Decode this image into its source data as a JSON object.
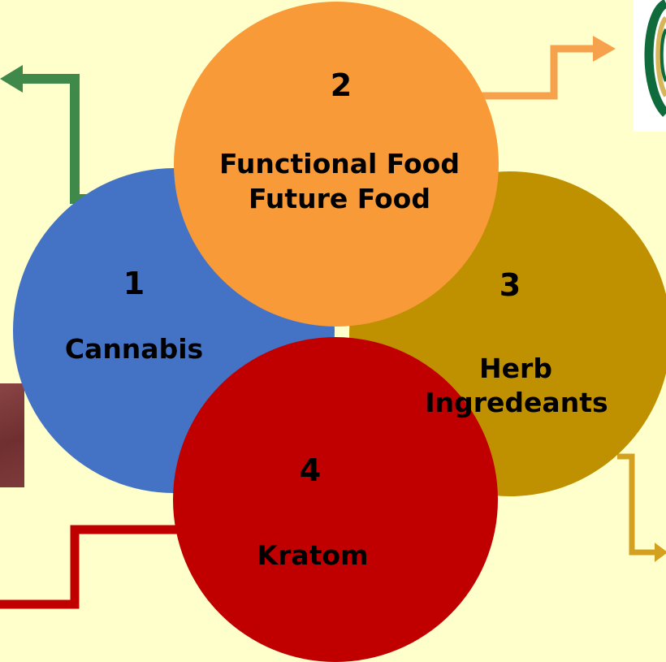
{
  "colors": {
    "background": "#ffffcc",
    "cannabis": "#4472c4",
    "functional_food": "#f79a37",
    "herb": "#bf9000",
    "kratom": "#c00000",
    "arrow_green": "#3f8a4a",
    "arrow_orange": "#f6a24d",
    "arrow_gold": "#d4a020",
    "arrow_red": "#c00000"
  },
  "circles": [
    {
      "id": "cannabis",
      "number": "1",
      "label_line1": "Cannabis"
    },
    {
      "id": "functional_food",
      "number": "2",
      "label_line1": "Functional Food",
      "label_line2": "Future Food"
    },
    {
      "id": "herb",
      "number": "3",
      "label_line1": "Herb",
      "label_line2": "Ingredeants"
    },
    {
      "id": "kratom",
      "number": "4",
      "label_line1": "Kratom"
    }
  ],
  "images": [
    {
      "id": "logo-seal",
      "icon": "seal-logo-icon"
    },
    {
      "id": "cannabis-photo",
      "icon": "photo-thumbnail-icon"
    }
  ]
}
